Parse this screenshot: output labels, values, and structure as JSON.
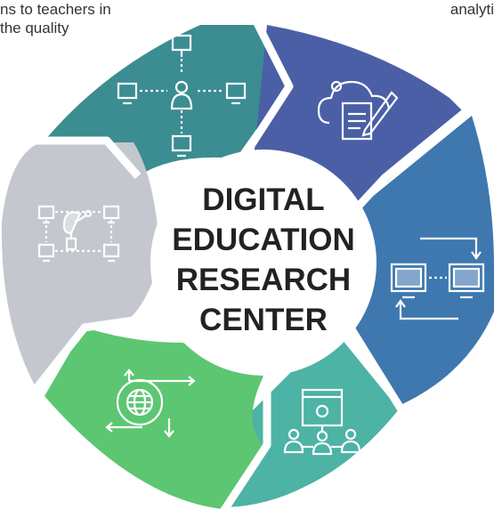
{
  "text_fragments": {
    "left_line1": "ns to teachers in",
    "left_line2": "the quality",
    "right_line1": "analyti"
  },
  "center": {
    "lines": [
      "DIGITAL",
      "EDUCATION",
      "RESEARCH",
      "CENTER"
    ]
  },
  "segments": [
    {
      "id": "teal",
      "color": "#3b8d92",
      "icon": "network-people-icon"
    },
    {
      "id": "indigo",
      "color": "#4b5fa6",
      "icon": "cloud-document-edit-icon"
    },
    {
      "id": "blue",
      "color": "#3f78ae",
      "icon": "computer-sync-icon"
    },
    {
      "id": "aqua",
      "color": "#4db3a4",
      "icon": "team-presentation-icon"
    },
    {
      "id": "green",
      "color": "#5dc672",
      "icon": "global-arrows-icon"
    },
    {
      "id": "gray",
      "color": "#c4c7ce",
      "icon": "satellite-network-icon"
    }
  ]
}
